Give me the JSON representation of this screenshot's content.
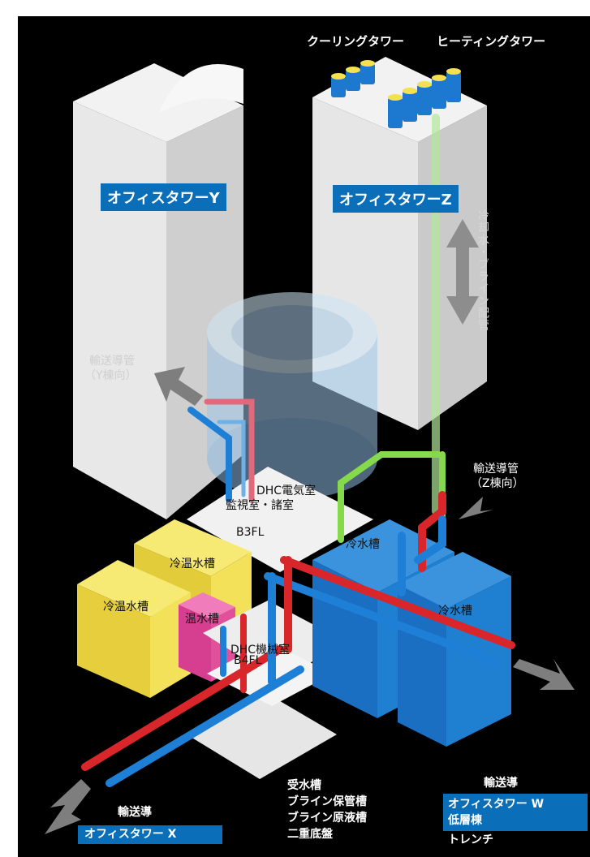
{
  "colors": {
    "background": "#000000",
    "cold_pipe": "#1e7fd6",
    "hot_pipe": "#d8262b",
    "cooling_pipe": "#86d94a",
    "tank_blue": "#1f7fd1",
    "tank_yellow": "#f4e15a",
    "tank_pink": "#e0509b",
    "label_box": "#0a6fb8"
  },
  "towers": {
    "cooling_tower": "クーリングタワー",
    "heating_tower": "ヒーティングタワー",
    "tower_y": "オフィスタワーY",
    "tower_z": "オフィスタワーZ"
  },
  "pipe_vertical": "冷却水・ブライン配管",
  "transport_y": [
    "輸送導管",
    "（Y棟向）"
  ],
  "transport_z": [
    "輸送導管",
    "（Z棟向）"
  ],
  "b3": {
    "room1": "DHC電気室",
    "room2": "監視室・諸室",
    "floor": "B3FL"
  },
  "tanks": {
    "cold_hot_1": "冷温水槽",
    "cold_hot_2": "冷温水槽",
    "hot": "温水槽",
    "cold_1": "冷水槽",
    "cold_2": "冷水槽"
  },
  "b4": {
    "room": "DHC機械室",
    "floor": "B4FL"
  },
  "transport_x": {
    "label": "輸送導",
    "box": "オフィスタワー X"
  },
  "transport_w": {
    "label": "輸送導",
    "box_line1": "オフィスタワー W",
    "box_line2": "低層棟",
    "line3": "トレンチ"
  },
  "basement_list": [
    "受水槽",
    "ブライン保管槽",
    "ブライン原液槽",
    "二重底盤"
  ]
}
